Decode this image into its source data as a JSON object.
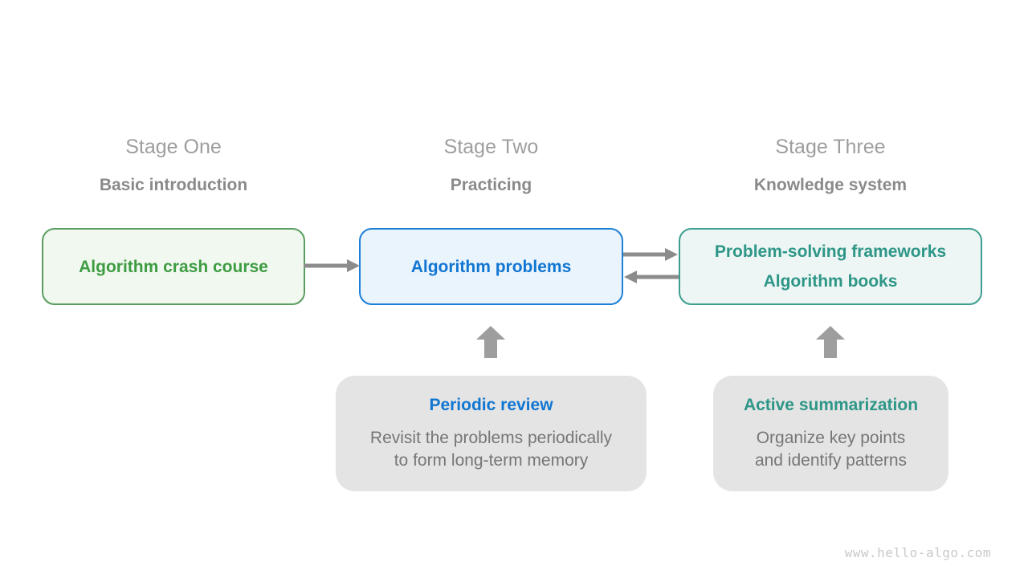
{
  "diagram": {
    "stages": [
      {
        "title": "Stage One",
        "subtitle": "Basic introduction",
        "box_lines": [
          "Algorithm crash course"
        ],
        "colors": {
          "text": "#3e9c43",
          "border": "#5a9e5f",
          "fill": "#f1f8ef"
        }
      },
      {
        "title": "Stage Two",
        "subtitle": "Practicing",
        "box_lines": [
          "Algorithm problems"
        ],
        "colors": {
          "text": "#1176d2",
          "border": "#1c7fd6",
          "fill": "#eaf4fc"
        }
      },
      {
        "title": "Stage Three",
        "subtitle": "Knowledge system",
        "box_lines": [
          "Problem-solving frameworks",
          "Algorithm books"
        ],
        "colors": {
          "text": "#2d9687",
          "border": "#3d9e8f",
          "fill": "#edf6f4"
        }
      }
    ],
    "notes": [
      {
        "title": "Periodic review",
        "title_color": "#1176d2",
        "body_lines": [
          "Revisit the problems periodically",
          "to form long-term memory"
        ]
      },
      {
        "title": "Active summarization",
        "title_color": "#2d9687",
        "body_lines": [
          "Organize key points",
          "and identify patterns"
        ]
      }
    ],
    "heading_color": "#9e9e9e",
    "subtitle_color": "#8a8a8a",
    "body_text_color": "#767676",
    "arrow_color": "#8c8c8c",
    "up_arrow_color": "#9e9e9e",
    "note_fill": "#e4e4e4",
    "watermark": "www.hello-algo.com",
    "watermark_color": "#c9c9c9"
  }
}
